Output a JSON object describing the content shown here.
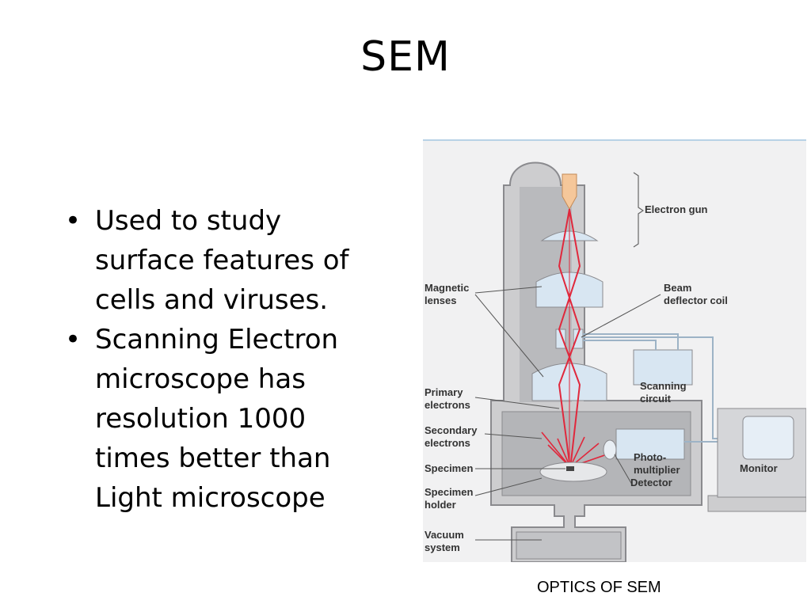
{
  "slide": {
    "title": "SEM",
    "bullets": [
      "Used to study\nsurface features of\ncells and viruses.",
      "Scanning Electron\nmicroscope has\nresolution 1000\ntimes better than\nLight microscope"
    ],
    "caption": "OPTICS OF SEM"
  },
  "diagram": {
    "labels": {
      "electron_gun": "Electron gun",
      "magnetic_lenses_1": "Magnetic",
      "magnetic_lenses_2": "lenses",
      "beam_deflector_1": "Beam",
      "beam_deflector_2": "deflector coil",
      "scanning_circuit_1": "Scanning",
      "scanning_circuit_2": "circuit",
      "primary_electrons_1": "Primary",
      "primary_electrons_2": "electrons",
      "secondary_electrons_1": "Secondary",
      "secondary_electrons_2": "electrons",
      "specimen": "Specimen",
      "specimen_holder_1": "Specimen",
      "specimen_holder_2": "holder",
      "photomultiplier_1": "Photo-",
      "photomultiplier_2": "multiplier",
      "detector": "Detector",
      "monitor": "Monitor",
      "vacuum_system_1": "Vacuum",
      "vacuum_system_2": "system"
    },
    "colors": {
      "column": "#cdcdcf",
      "column_edge": "#8a8a8e",
      "chamber": "#b4b5b8",
      "lens": "#d8e6f2",
      "beam": "#e0283c",
      "gun_tip": "#f5c79a"
    }
  }
}
